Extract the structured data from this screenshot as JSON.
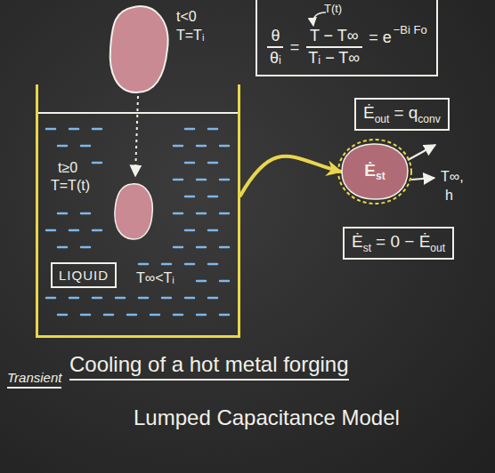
{
  "diagram": {
    "nodes": [
      {
        "text": [
          "t≥0",
          "T=T(t)",
          "T∞<Tᵢ"
        ]
      },
      {
        "text": [
          "LIQUID"
        ],
        "in": 0
      },
      {
        "text": [
          "θ",
          "θᵢ",
          "=",
          "T − T∞",
          "Tᵢ − T∞",
          "= e",
          "−Bi Fo",
          "T(t)"
        ]
      },
      {
        "text": [
          "Ė",
          "out",
          "= q",
          "conv"
        ]
      },
      {
        "text": [
          "Ė",
          "st"
        ]
      },
      {
        "text": [
          "Ė",
          "st",
          "= 0 − Ė",
          "out"
        ]
      }
    ],
    "edges": [
      {
        "from": 0,
        "to": 4,
        "arrow": "to"
      }
    ],
    "labels": [
      "t<0",
      "T=Tᵢ",
      "T∞,",
      "h",
      "Transient",
      "Cooling of a hot metal forging",
      "Lumped Capacitance Model"
    ]
  }
}
